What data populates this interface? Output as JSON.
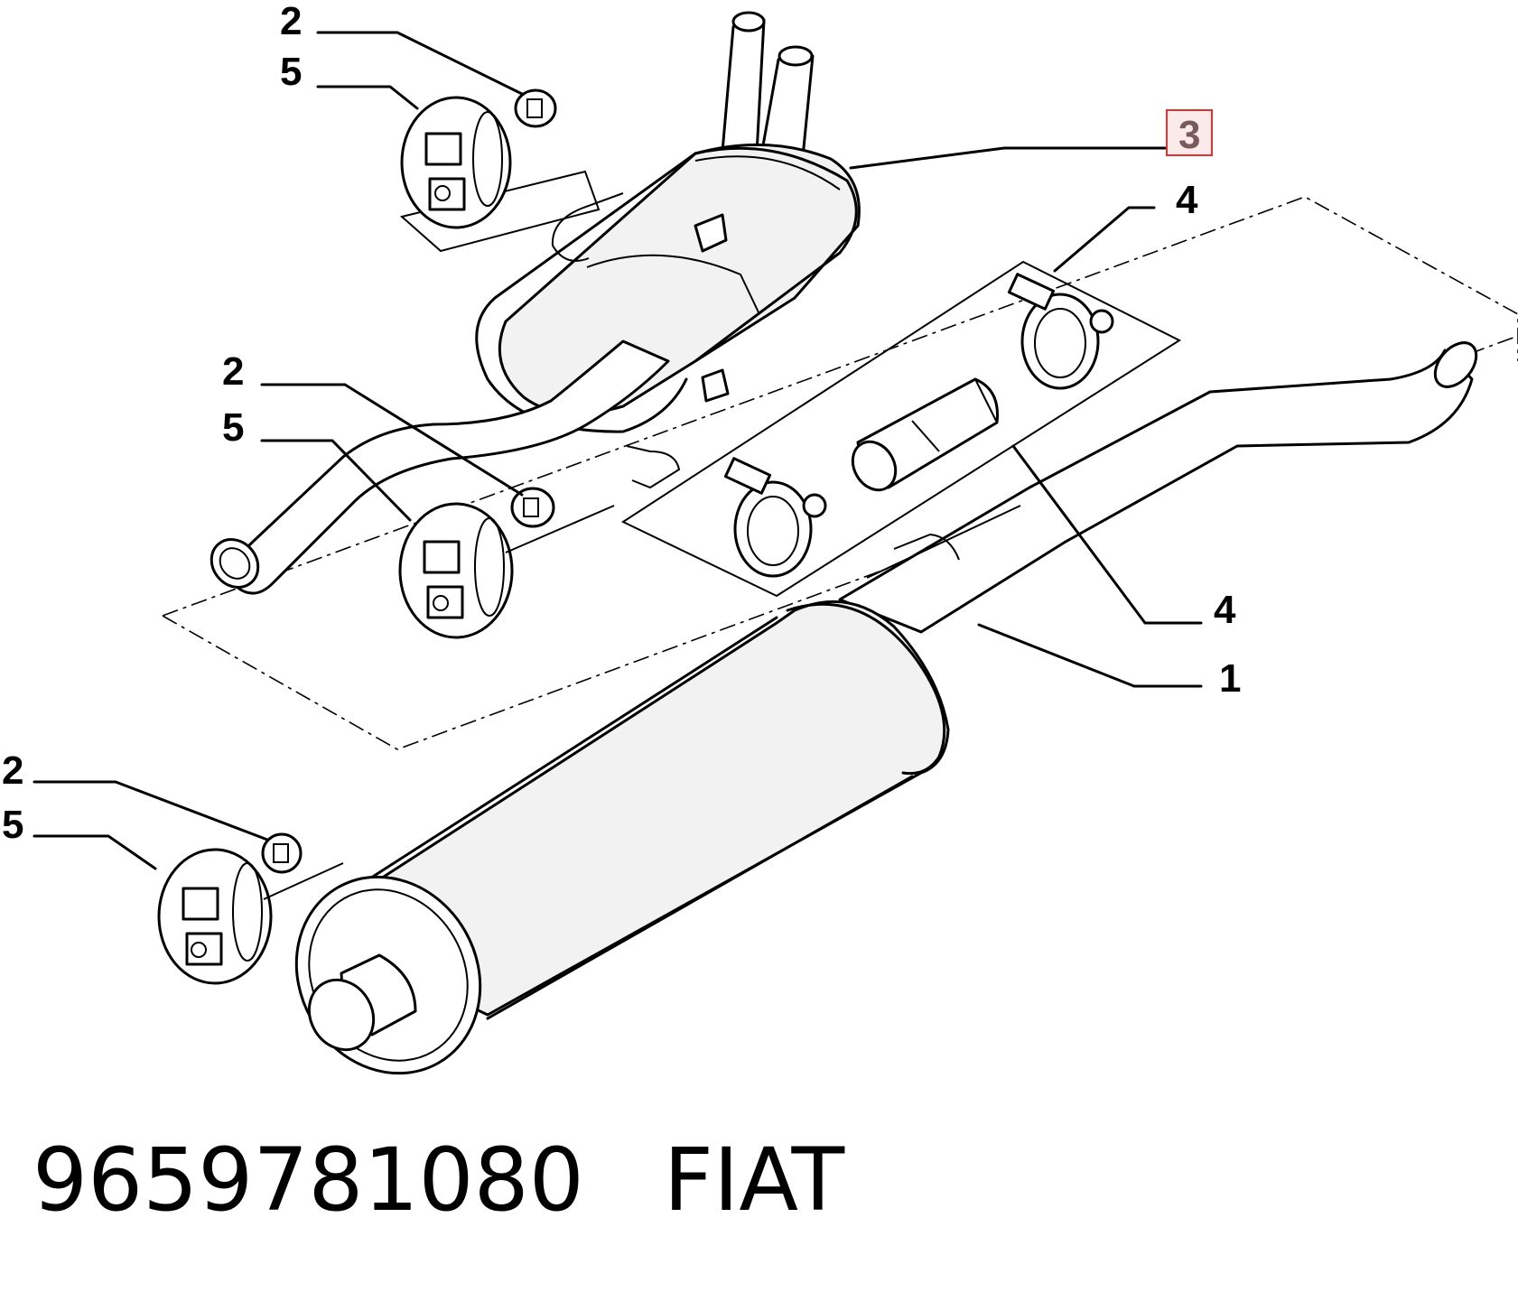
{
  "callouts": {
    "top_hanger_ring": "2",
    "top_hanger_mount": "5",
    "mid_hanger_ring": "2",
    "mid_hanger_mount": "5",
    "bottom_hanger_ring": "2",
    "bottom_hanger_mount": "5",
    "rear_silencer": "3",
    "clamp_kit_upper": "4",
    "clamp_kit_lower": "4",
    "front_pipe_silencer": "1"
  },
  "highlight": {
    "callout": "rear_silencer",
    "border_color": "#e03030",
    "fill_color": "#fbeaea"
  },
  "footer": {
    "part_number": "9659781080",
    "brand": "FIAT"
  }
}
